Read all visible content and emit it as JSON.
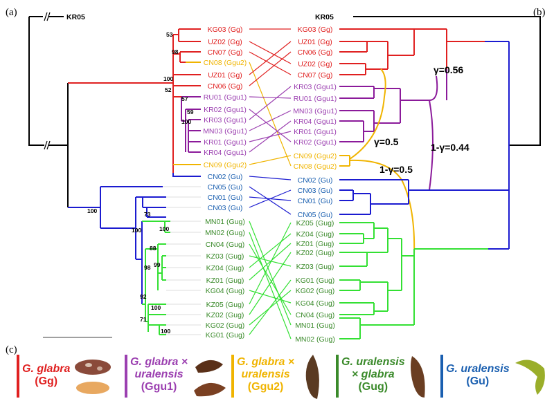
{
  "panels": {
    "a": "(a)",
    "b": "(b)",
    "c": "(c)"
  },
  "outgroup": "KR05",
  "colors": {
    "Gg": "#e02020",
    "Ggu1": "#9b3fb0",
    "Ggu2": "#f0b400",
    "Gu": "#1a5fb0",
    "Gug": "#3a8a2a",
    "Gu_tree": "#1b1bd0",
    "Gug_tree": "#33e033",
    "Ggu1_tree": "#8b1a9a"
  },
  "left_tree": {
    "tips": [
      {
        "id": "KG03 (Gg)",
        "grp": "Gg"
      },
      {
        "id": "UZ02 (Gg)",
        "grp": "Gg"
      },
      {
        "id": "CN07 (Gg)",
        "grp": "Gg"
      },
      {
        "id": "CN08 (Ggu2)",
        "grp": "Ggu2"
      },
      {
        "id": "UZ01 (Gg)",
        "grp": "Gg"
      },
      {
        "id": "CN06 (Gg)",
        "grp": "Gg"
      },
      {
        "id": "RU01 (Ggu1)",
        "grp": "Ggu1"
      },
      {
        "id": "KR02 (Ggu1)",
        "grp": "Ggu1"
      },
      {
        "id": "KR03 (Ggu1)",
        "grp": "Ggu1"
      },
      {
        "id": "MN03 (Ggu1)",
        "grp": "Ggu1"
      },
      {
        "id": "KR01 (Ggu1)",
        "grp": "Ggu1"
      },
      {
        "id": "KR04 (Ggu1)",
        "grp": "Ggu1"
      },
      {
        "id": "CN09 (Ggu2)",
        "grp": "Ggu2"
      },
      {
        "id": "CN02 (Gu)",
        "grp": "Gu"
      },
      {
        "id": "CN05 (Gu)",
        "grp": "Gu"
      },
      {
        "id": "CN01 (Gu)",
        "grp": "Gu"
      },
      {
        "id": "CN03 (Gu)",
        "grp": "Gu"
      },
      {
        "id": "MN01 (Gug)",
        "grp": "Gug"
      },
      {
        "id": "MN02 (Gug)",
        "grp": "Gug"
      },
      {
        "id": "CN04 (Gug)",
        "grp": "Gug"
      },
      {
        "id": "KZ03 (Gug)",
        "grp": "Gug"
      },
      {
        "id": "KZ04 (Gug)",
        "grp": "Gug"
      },
      {
        "id": "KZ01 (Gug)",
        "grp": "Gug"
      },
      {
        "id": "KG04 (Gug)",
        "grp": "Gug"
      },
      {
        "id": "KZ05 (Gug)",
        "grp": "Gug"
      },
      {
        "id": "KZ02 (Gug)",
        "grp": "Gug"
      },
      {
        "id": "KG02 (Gug)",
        "grp": "Gug"
      },
      {
        "id": "KG01 (Gug)",
        "grp": "Gug"
      }
    ],
    "supports": [
      "53",
      "98",
      "100",
      "52",
      "57",
      "59",
      "100",
      "100",
      "73",
      "100",
      "100",
      "88",
      "98",
      "99",
      "92",
      "100",
      "71",
      "100"
    ]
  },
  "right_tree": {
    "tips": [
      {
        "id": "KG03 (Gg)",
        "grp": "Gg"
      },
      {
        "id": "UZ01 (Gg)",
        "grp": "Gg"
      },
      {
        "id": "CN06 (Gg)",
        "grp": "Gg"
      },
      {
        "id": "UZ02 (Gg)",
        "grp": "Gg"
      },
      {
        "id": "CN07 (Gg)",
        "grp": "Gg"
      },
      {
        "id": "KR03 (Ggu1)",
        "grp": "Ggu1"
      },
      {
        "id": "RU01 (Ggu1)",
        "grp": "Ggu1"
      },
      {
        "id": "MN03 (Ggu1)",
        "grp": "Ggu1"
      },
      {
        "id": "KR04 (Ggu1)",
        "grp": "Ggu1"
      },
      {
        "id": "KR01 (Ggu1)",
        "grp": "Ggu1"
      },
      {
        "id": "KR02 (Ggu1)",
        "grp": "Ggu1"
      },
      {
        "id": "CN09 (Ggu2)",
        "grp": "Ggu2"
      },
      {
        "id": "CN08 (Ggu2)",
        "grp": "Ggu2"
      },
      {
        "id": "CN02 (Gu)",
        "grp": "Gu"
      },
      {
        "id": "CN03 (Gu)",
        "grp": "Gu"
      },
      {
        "id": "CN01 (Gu)",
        "grp": "Gu"
      },
      {
        "id": "CN05 (Gu)",
        "grp": "Gu"
      },
      {
        "id": "KZ05 (Gug)",
        "grp": "Gug"
      },
      {
        "id": "KZ04 (Gug)",
        "grp": "Gug"
      },
      {
        "id": "KZ01 (Gug)",
        "grp": "Gug"
      },
      {
        "id": "KZ02 (Gug)",
        "grp": "Gug"
      },
      {
        "id": "KZ03 (Gug)",
        "grp": "Gug"
      },
      {
        "id": "KG01 (Gug)",
        "grp": "Gug"
      },
      {
        "id": "KG02 (Gug)",
        "grp": "Gug"
      },
      {
        "id": "KG04 (Gug)",
        "grp": "Gug"
      },
      {
        "id": "CN04 (Gug)",
        "grp": "Gug"
      },
      {
        "id": "MN01 (Gug)",
        "grp": "Gug"
      },
      {
        "id": "MN02 (Gug)",
        "grp": "Gug"
      }
    ],
    "inheritance": [
      "γ=0.56",
      "1-γ=0.44",
      "γ=0.5",
      "1-γ=0.5"
    ]
  },
  "legend": [
    {
      "species": "G. glabra",
      "code": "(Gg)",
      "grp": "Gg"
    },
    {
      "species1": "G. glabra ×",
      "species2": "uralensis",
      "code": "(Ggu1)",
      "grp": "Ggu1"
    },
    {
      "species1": "G. glabra ×",
      "species2": "uralensis",
      "code": "(Ggu2)",
      "grp": "Ggu2"
    },
    {
      "species1": "G. uralensis",
      "species2": "× glabra",
      "code": "(Gug)",
      "grp": "Gug"
    },
    {
      "species": "G. uralensis",
      "code": "(Gu)",
      "grp": "Gu"
    }
  ]
}
